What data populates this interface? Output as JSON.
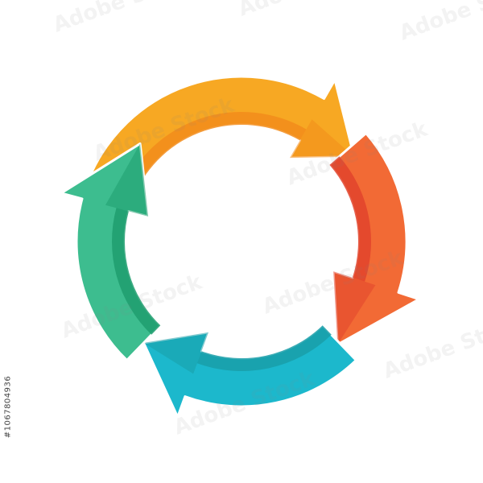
{
  "diagram": {
    "type": "circular-cycle",
    "arrows": [
      {
        "name": "arrow-orange",
        "color": "#f7a823",
        "shade": "#f28c1b",
        "icon": "curved-arrow-right"
      },
      {
        "name": "arrow-red",
        "color": "#f26a35",
        "shade": "#e2432b",
        "icon": "curved-arrow-down"
      },
      {
        "name": "arrow-teal",
        "color": "#1cb8cc",
        "shade": "#199ea8",
        "icon": "curved-arrow-left"
      },
      {
        "name": "arrow-green",
        "color": "#3dbd8f",
        "shade": "#1f9e6f",
        "icon": "curved-arrow-up"
      }
    ]
  },
  "watermark": {
    "text": "Adobe Stock"
  },
  "stock_id": {
    "text": "#1067804936"
  }
}
